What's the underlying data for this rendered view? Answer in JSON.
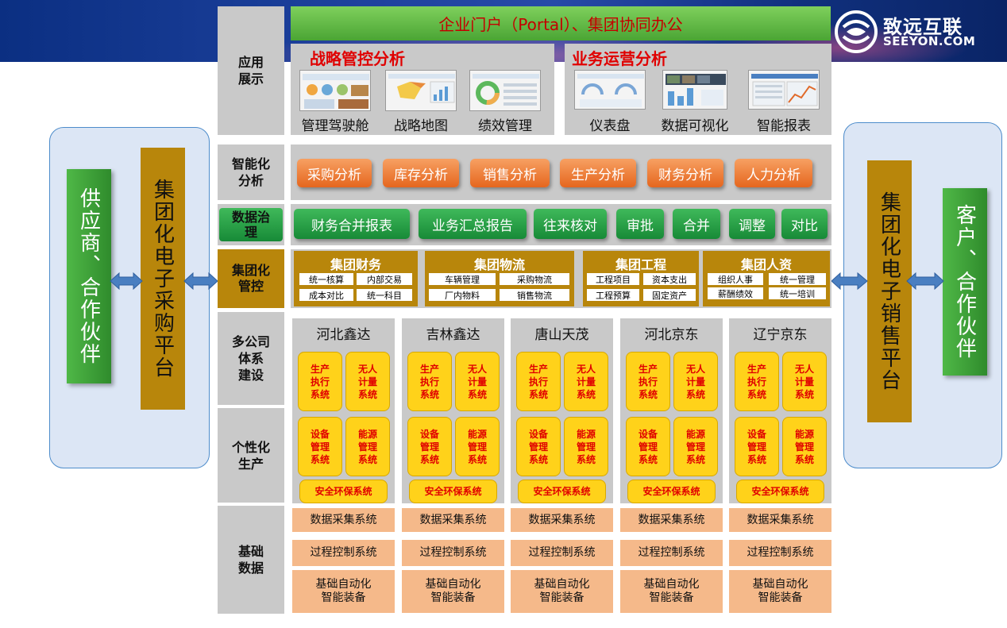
{
  "brand": {
    "name_cn": "致远互联",
    "name_en": "SEEYON.COM"
  },
  "portal": {
    "title": "企业门户（Portal）、集团协同办公"
  },
  "rows": {
    "app": "应用\n展示",
    "intelligent": "智能化\n分析",
    "governance": "数据治\n理",
    "group_control": "集团化\n管控",
    "multi_company": "多公司\n体系\n建设",
    "personalized": "个性化\n生产",
    "base": "基础\n数据"
  },
  "strategy": {
    "title": "战略管控分析",
    "items": [
      "管理驾驶舱",
      "战略地图",
      "绩效管理"
    ]
  },
  "operations": {
    "title": "业务运营分析",
    "items": [
      "仪表盘",
      "数据可视化",
      "智能报表"
    ]
  },
  "analysis_buttons": [
    "采购分析",
    "库存分析",
    "销售分析",
    "生产分析",
    "财务分析",
    "人力分析"
  ],
  "governance_buttons": [
    "财务合并报表",
    "业务汇总报告",
    "往来核对",
    "审批",
    "合并",
    "调整",
    "对比"
  ],
  "groups": [
    {
      "title": "集团财务",
      "items": [
        "统一核算",
        "内部交易",
        "成本对比",
        "统一科目"
      ]
    },
    {
      "title": "集团物流",
      "items": [
        "车辆管理",
        "采购物流",
        "厂内物料",
        "销售物流"
      ]
    },
    {
      "title": "集团工程",
      "items": [
        "工程项目",
        "资本支出",
        "工程预算",
        "固定资产"
      ]
    },
    {
      "title": "集团人资",
      "items": [
        "组织人事",
        "统一管理",
        "薪酬绩效",
        "统一培训"
      ]
    }
  ],
  "companies": [
    {
      "name": "河北鑫达"
    },
    {
      "name": "吉林鑫达"
    },
    {
      "name": "唐山天茂"
    },
    {
      "name": "河北京东"
    },
    {
      "name": "辽宁京东"
    }
  ],
  "company_systems": {
    "production": "生产\n执行\n系统",
    "metering": "无人\n计量\n系统",
    "equipment": "设备\n管理\n系统",
    "energy": "能源\n管理\n系统",
    "safety": "安全环保系统",
    "data_collection": "数据采集系统",
    "process_control": "过程控制系统",
    "automation": "基础自动化\n智能装备"
  },
  "left": {
    "partner": "供应商、合作伙伴",
    "platform": "集团化电子采购平台"
  },
  "right": {
    "platform": "集团化电子销售平台",
    "partner": "客户、合作伙伴"
  },
  "colors": {
    "grey": "#c9c9c9",
    "red_text": "#e00000",
    "orange": "#e5661e",
    "green": "#178a37",
    "gold": "#b8860b",
    "yellow": "#ffd21a",
    "salmon": "#f5b98a",
    "arrow_blue": "#4a7fc1"
  }
}
